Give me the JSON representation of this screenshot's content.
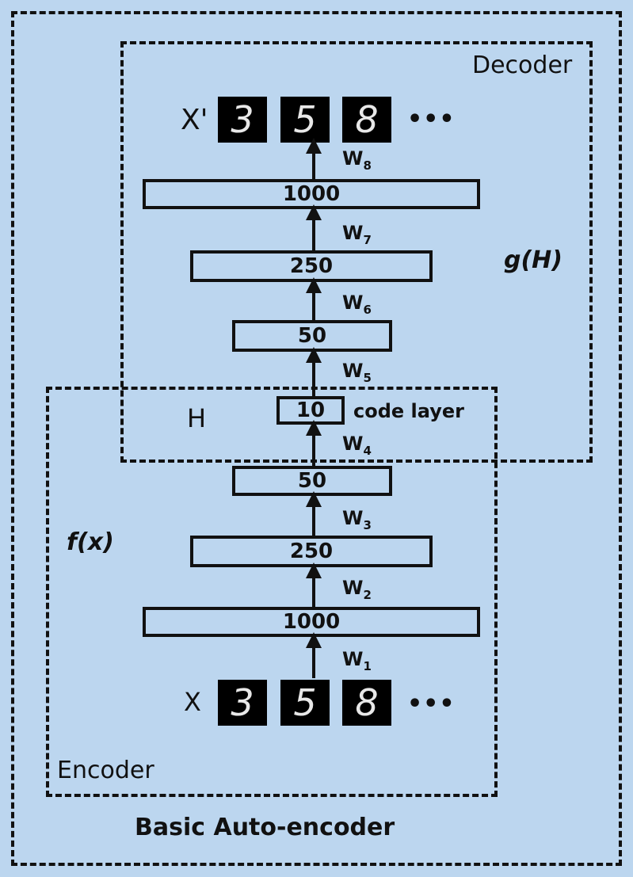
{
  "title": "Basic Auto-encoder",
  "decoder": {
    "label": "Decoder",
    "function_label": "g(H)",
    "output_symbol": "X'",
    "output_digits": [
      "3",
      "5",
      "8"
    ],
    "ellipsis": "•••",
    "layers": [
      "1000",
      "250",
      "50"
    ],
    "weights": [
      {
        "letter": "W",
        "index": "8"
      },
      {
        "letter": "W",
        "index": "7"
      },
      {
        "letter": "W",
        "index": "6"
      },
      {
        "letter": "W",
        "index": "5"
      }
    ]
  },
  "code": {
    "symbol": "H",
    "size": "10",
    "label": "code layer"
  },
  "encoder": {
    "label": "Encoder",
    "function_label": "f(x)",
    "input_symbol": "X",
    "input_digits": [
      "3",
      "5",
      "8"
    ],
    "ellipsis": "•••",
    "layers": [
      "50",
      "250",
      "1000"
    ],
    "weights": [
      {
        "letter": "W",
        "index": "4"
      },
      {
        "letter": "W",
        "index": "3"
      },
      {
        "letter": "W",
        "index": "2"
      },
      {
        "letter": "W",
        "index": "1"
      }
    ]
  }
}
